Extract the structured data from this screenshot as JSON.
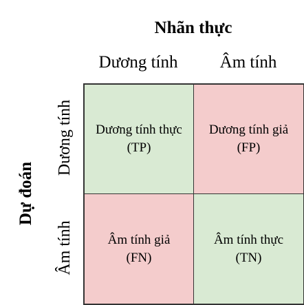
{
  "header": {
    "title": "Nhãn thực",
    "columns": [
      "Dương tính",
      "Âm tính"
    ]
  },
  "side": {
    "title": "Dự đoán",
    "rows": [
      "Dương tính",
      "Âm tính"
    ]
  },
  "cells": [
    {
      "label": "Dương tính thực",
      "abbr": "(TP)",
      "color": "#d9ead3"
    },
    {
      "label": "Dương tính giả",
      "abbr": "(FP)",
      "color": "#f4cccc"
    },
    {
      "label": "Âm tính giả",
      "abbr": "(FN)",
      "color": "#f4cccc"
    },
    {
      "label": "Âm tính thực",
      "abbr": "(TN)",
      "color": "#d9ead3"
    }
  ]
}
